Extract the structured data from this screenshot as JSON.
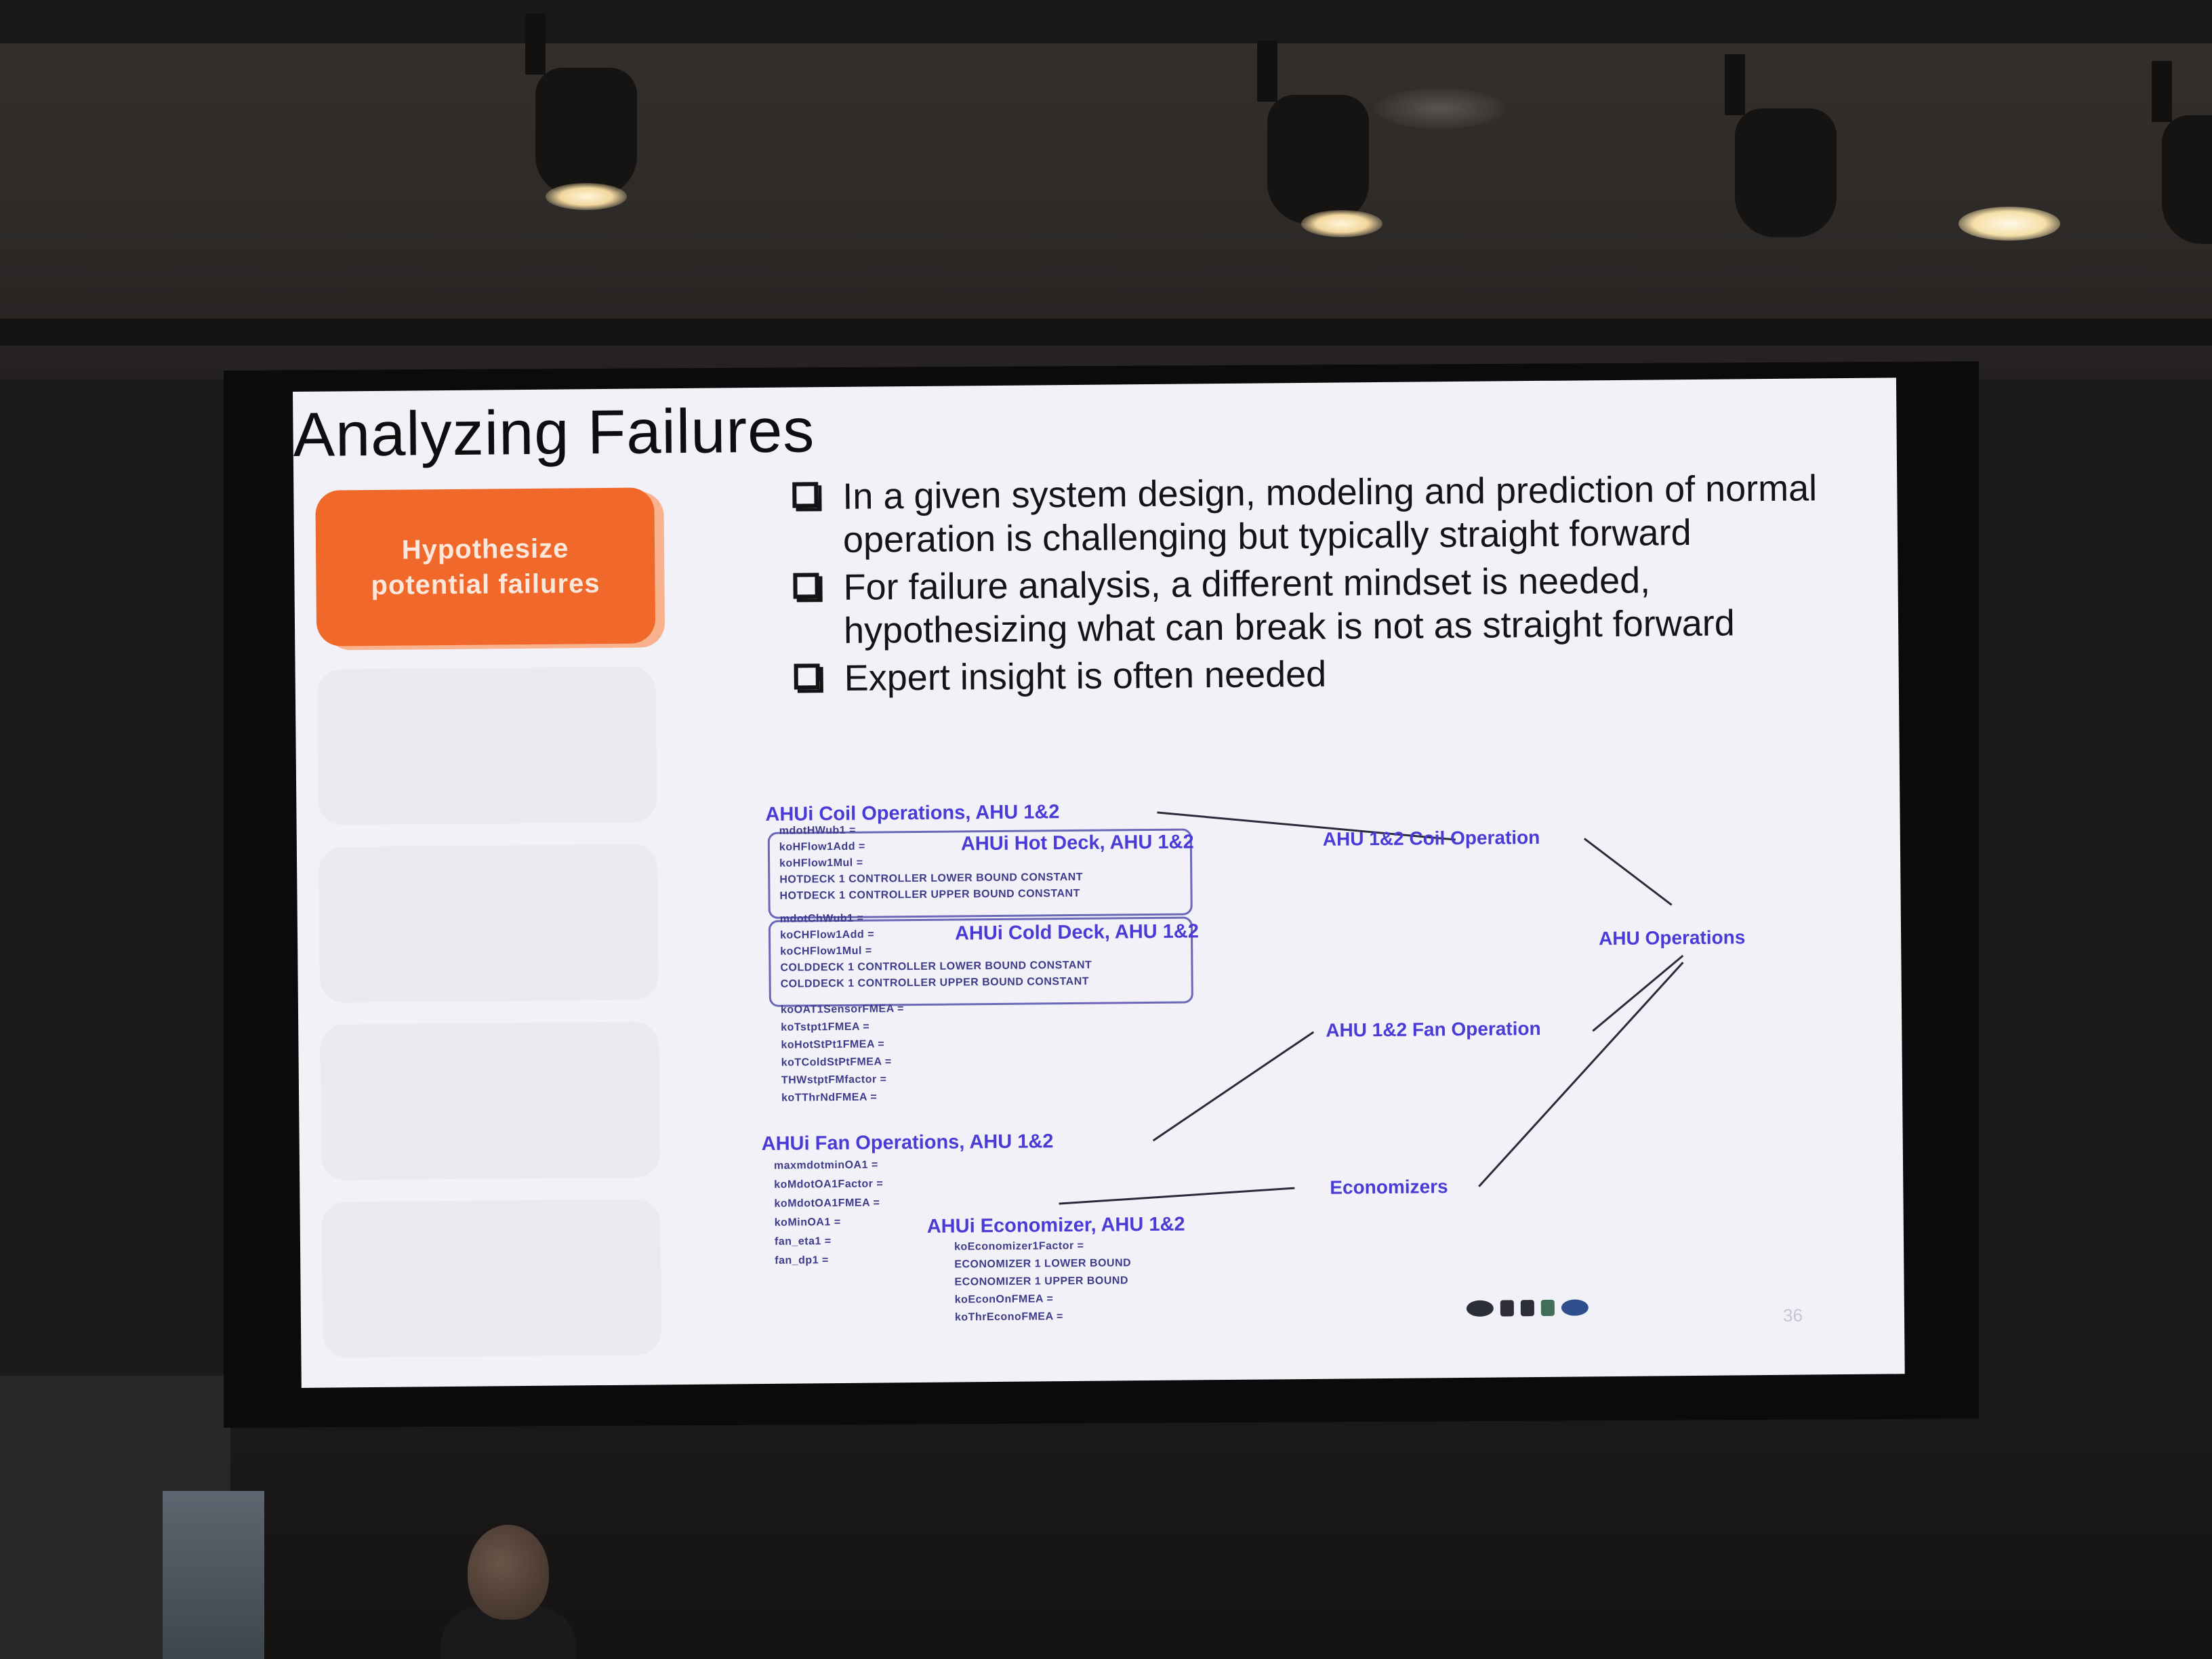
{
  "slide": {
    "title": "Analyzing Failures",
    "sidebar_active_label": "Hypothesize\npotential failures",
    "bullets": [
      "In a given system design, modeling and prediction of normal operation is challenging but typically straight forward",
      "For failure analysis, a different mindset is needed, hypothesizing what can break is not as straight forward",
      "Expert insight is often needed"
    ],
    "slide_number": "36"
  },
  "diagram": {
    "groups": {
      "coil": "AHUi Coil Operations, AHU 1&2",
      "hot_deck": "AHUi Hot Deck, AHU 1&2",
      "cold_deck": "AHUi Cold Deck, AHU 1&2",
      "fan": "AHUi Fan Operations, AHU 1&2",
      "economizer": "AHUi Economizer, AHU 1&2"
    },
    "nodes": {
      "coil_operation": "AHU 1&2 Coil Operation",
      "fan_operation": "AHU 1&2 Fan Operation",
      "economizers": "Economizers",
      "ahu_operations": "AHU Operations"
    },
    "hot_deck_params": [
      "mdotHWub1 =",
      "koHFlow1Add =",
      "koHFlow1Mul =",
      "HOTDECK 1 CONTROLLER LOWER BOUND CONSTANT",
      "HOTDECK 1 CONTROLLER UPPER BOUND CONSTANT"
    ],
    "cold_deck_params": [
      "mdotChWub1 =",
      "koCHFlow1Add =",
      "koCHFlow1Mul =",
      "COLDDECK 1 CONTROLLER LOWER BOUND CONSTANT",
      "COLDDECK 1 CONTROLLER UPPER BOUND CONSTANT"
    ],
    "coil_extra_params": [
      "koOAT1SensorFMEA =",
      "koTstpt1FMEA =",
      "koHotStPt1FMEA =",
      "koTColdStPtFMEA =",
      "THWstptFMfactor =",
      "koTThrNdFMEA ="
    ],
    "fan_params": [
      "maxmdotminOA1 =",
      "koMdotOA1Factor =",
      "koMdotOA1FMEA =",
      "koMinOA1 =",
      "fan_eta1 =",
      "fan_dp1 ="
    ],
    "economizer_params": [
      "koEconomizer1Factor =",
      "ECONOMIZER 1 LOWER BOUND",
      "ECONOMIZER 1 UPPER BOUND",
      "koEconOnFMEA =",
      "koThrEconoFMEA ="
    ]
  },
  "colors": {
    "accent_orange": "#f0692a",
    "diagram_blue": "#4a3bd6",
    "slide_bg": "#f2f1f8"
  }
}
